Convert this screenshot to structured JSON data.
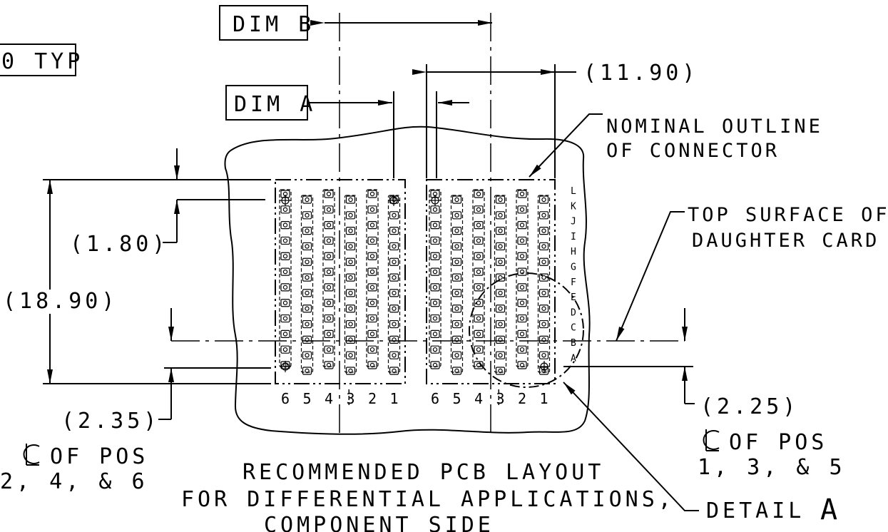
{
  "labels": {
    "dim_b": "DIM B",
    "dim_a": "DIM A",
    "typ_partial": "0 TYP",
    "dim_11_90": "(11.90)",
    "dim_1_80": "(1.80)",
    "dim_18_90": "(18.90)",
    "dim_2_35": "(2.35)",
    "dim_2_25": "(2.25)",
    "cl_pos_even_line1": "OF POS",
    "cl_pos_even_line2": "2, 4, & 6",
    "cl_pos_odd_line1": "OF POS",
    "cl_pos_odd_line2": "1, 3, & 5",
    "nominal_line1": "NOMINAL OUTLINE",
    "nominal_line2": "OF CONNECTOR",
    "top_surface_line1": "TOP SURFACE OF",
    "top_surface_line2": "DAUGHTER CARD",
    "title_line1": "RECOMMENDED PCB LAYOUT",
    "title_line2": "FOR DIFFERENTIAL APPLICATIONS,",
    "title_line3": "COMPONENT SIDE",
    "detail_prefix": "DETAIL",
    "detail_letter": "A"
  },
  "column_numbers": [
    "6",
    "5",
    "4",
    "3",
    "2",
    "1"
  ],
  "row_letters": [
    "L",
    "K",
    "J",
    "I",
    "H",
    "G",
    "F",
    "E",
    "D",
    "C",
    "B",
    "A"
  ]
}
